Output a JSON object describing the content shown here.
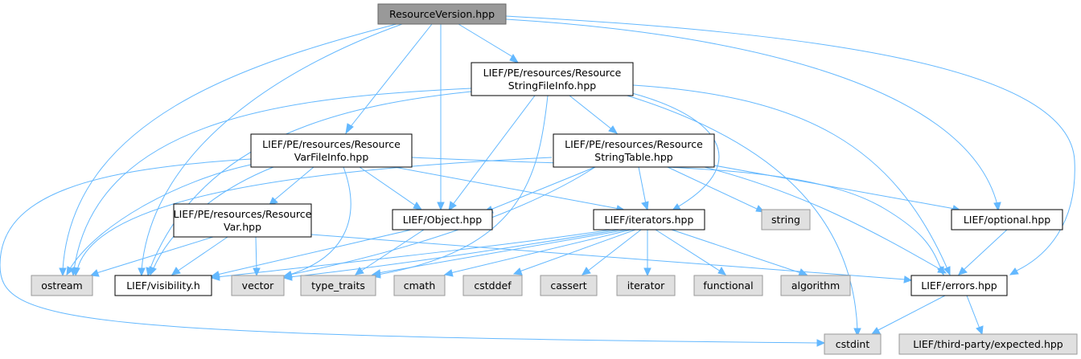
{
  "colors": {
    "root_fill": "#999999",
    "internal_fill": "#ffffff",
    "external_fill": "#e0e0e0",
    "root_border": "#666666",
    "internal_border": "#000000",
    "external_border": "#999999",
    "edge": "#63b8ff"
  },
  "nodes": {
    "root": {
      "lines": [
        "ResourceVersion.hpp"
      ],
      "kind": "root"
    },
    "sfi": {
      "lines": [
        "LIEF/PE/resources/Resource",
        "StringFileInfo.hpp"
      ],
      "kind": "internal"
    },
    "vfi": {
      "lines": [
        "LIEF/PE/resources/Resource",
        "VarFileInfo.hpp"
      ],
      "kind": "internal"
    },
    "stable": {
      "lines": [
        "LIEF/PE/resources/Resource",
        "StringTable.hpp"
      ],
      "kind": "internal"
    },
    "var": {
      "lines": [
        "LIEF/PE/resources/Resource",
        "Var.hpp"
      ],
      "kind": "internal"
    },
    "object": {
      "lines": [
        "LIEF/Object.hpp"
      ],
      "kind": "internal"
    },
    "iterators": {
      "lines": [
        "LIEF/iterators.hpp"
      ],
      "kind": "internal"
    },
    "string": {
      "lines": [
        "string"
      ],
      "kind": "external"
    },
    "optional": {
      "lines": [
        "LIEF/optional.hpp"
      ],
      "kind": "internal"
    },
    "ostream": {
      "lines": [
        "ostream"
      ],
      "kind": "external"
    },
    "visibility": {
      "lines": [
        "LIEF/visibility.h"
      ],
      "kind": "internal"
    },
    "vector": {
      "lines": [
        "vector"
      ],
      "kind": "external"
    },
    "type_traits": {
      "lines": [
        "type_traits"
      ],
      "kind": "external"
    },
    "cmath": {
      "lines": [
        "cmath"
      ],
      "kind": "external"
    },
    "cstddef": {
      "lines": [
        "cstddef"
      ],
      "kind": "external"
    },
    "cassert": {
      "lines": [
        "cassert"
      ],
      "kind": "external"
    },
    "iterator": {
      "lines": [
        "iterator"
      ],
      "kind": "external"
    },
    "functional": {
      "lines": [
        "functional"
      ],
      "kind": "external"
    },
    "algorithm": {
      "lines": [
        "algorithm"
      ],
      "kind": "external"
    },
    "errors": {
      "lines": [
        "LIEF/errors.hpp"
      ],
      "kind": "internal"
    },
    "cstdint": {
      "lines": [
        "cstdint"
      ],
      "kind": "external"
    },
    "expected": {
      "lines": [
        "LIEF/third-party/expected.hpp"
      ],
      "kind": "external"
    }
  },
  "edges": [
    [
      "root",
      "sfi"
    ],
    [
      "root",
      "vfi"
    ],
    [
      "root",
      "object"
    ],
    [
      "root",
      "ostream"
    ],
    [
      "root",
      "visibility"
    ],
    [
      "root",
      "optional"
    ],
    [
      "root",
      "errors"
    ],
    [
      "sfi",
      "stable"
    ],
    [
      "sfi",
      "object"
    ],
    [
      "sfi",
      "iterators"
    ],
    [
      "sfi",
      "ostream"
    ],
    [
      "sfi",
      "visibility"
    ],
    [
      "sfi",
      "type_traits"
    ],
    [
      "sfi",
      "cstdint"
    ],
    [
      "sfi",
      "errors"
    ],
    [
      "vfi",
      "var"
    ],
    [
      "vfi",
      "object"
    ],
    [
      "vfi",
      "iterators"
    ],
    [
      "vfi",
      "ostream"
    ],
    [
      "vfi",
      "visibility"
    ],
    [
      "vfi",
      "vector"
    ],
    [
      "vfi",
      "cstdint"
    ],
    [
      "vfi",
      "errors"
    ],
    [
      "stable",
      "object"
    ],
    [
      "stable",
      "iterators"
    ],
    [
      "stable",
      "string"
    ],
    [
      "stable",
      "optional"
    ],
    [
      "stable",
      "errors"
    ],
    [
      "stable",
      "ostream"
    ],
    [
      "stable",
      "vector"
    ],
    [
      "var",
      "ostream"
    ],
    [
      "var",
      "visibility"
    ],
    [
      "var",
      "vector"
    ],
    [
      "var",
      "errors"
    ],
    [
      "object",
      "visibility"
    ],
    [
      "object",
      "type_traits"
    ],
    [
      "iterators",
      "visibility"
    ],
    [
      "iterators",
      "vector"
    ],
    [
      "iterators",
      "type_traits"
    ],
    [
      "iterators",
      "cmath"
    ],
    [
      "iterators",
      "cstddef"
    ],
    [
      "iterators",
      "cassert"
    ],
    [
      "iterators",
      "iterator"
    ],
    [
      "iterators",
      "functional"
    ],
    [
      "iterators",
      "algorithm"
    ],
    [
      "optional",
      "errors"
    ],
    [
      "errors",
      "cstdint"
    ],
    [
      "errors",
      "expected"
    ]
  ]
}
